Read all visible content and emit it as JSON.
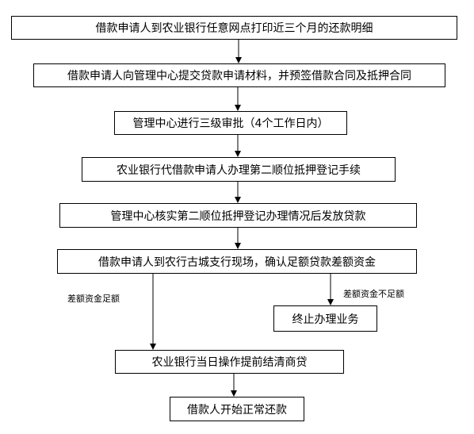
{
  "steps": [
    {
      "id": "step1",
      "text": "借款申请人到农业银行任意网点打印近三个月的还款明细"
    },
    {
      "id": "step2",
      "text": "借款申请人向管理中心提交贷款申请材料，并预签借款合同及抵押合同"
    },
    {
      "id": "step3",
      "text": "管理中心进行三级审批（4个工作日内）"
    },
    {
      "id": "step4",
      "text": "农业银行代借款申请人办理第二顺位抵押登记手续"
    },
    {
      "id": "step5",
      "text": "管理中心核实第二顺位抵押登记办理情况后发放贷款"
    },
    {
      "id": "step6",
      "text": "借款申请人到农行古城支行现场，确认足额贷款差额资金"
    },
    {
      "id": "stop",
      "text": "终止办理业务"
    },
    {
      "id": "step7",
      "text": "农业银行当日操作提前结清商贷"
    },
    {
      "id": "step8",
      "text": "借款人开始正常还款"
    }
  ],
  "branch_labels": {
    "sufficient": "差额资金足额",
    "insufficient": "差额资金不足额"
  },
  "line_color": "#000000"
}
